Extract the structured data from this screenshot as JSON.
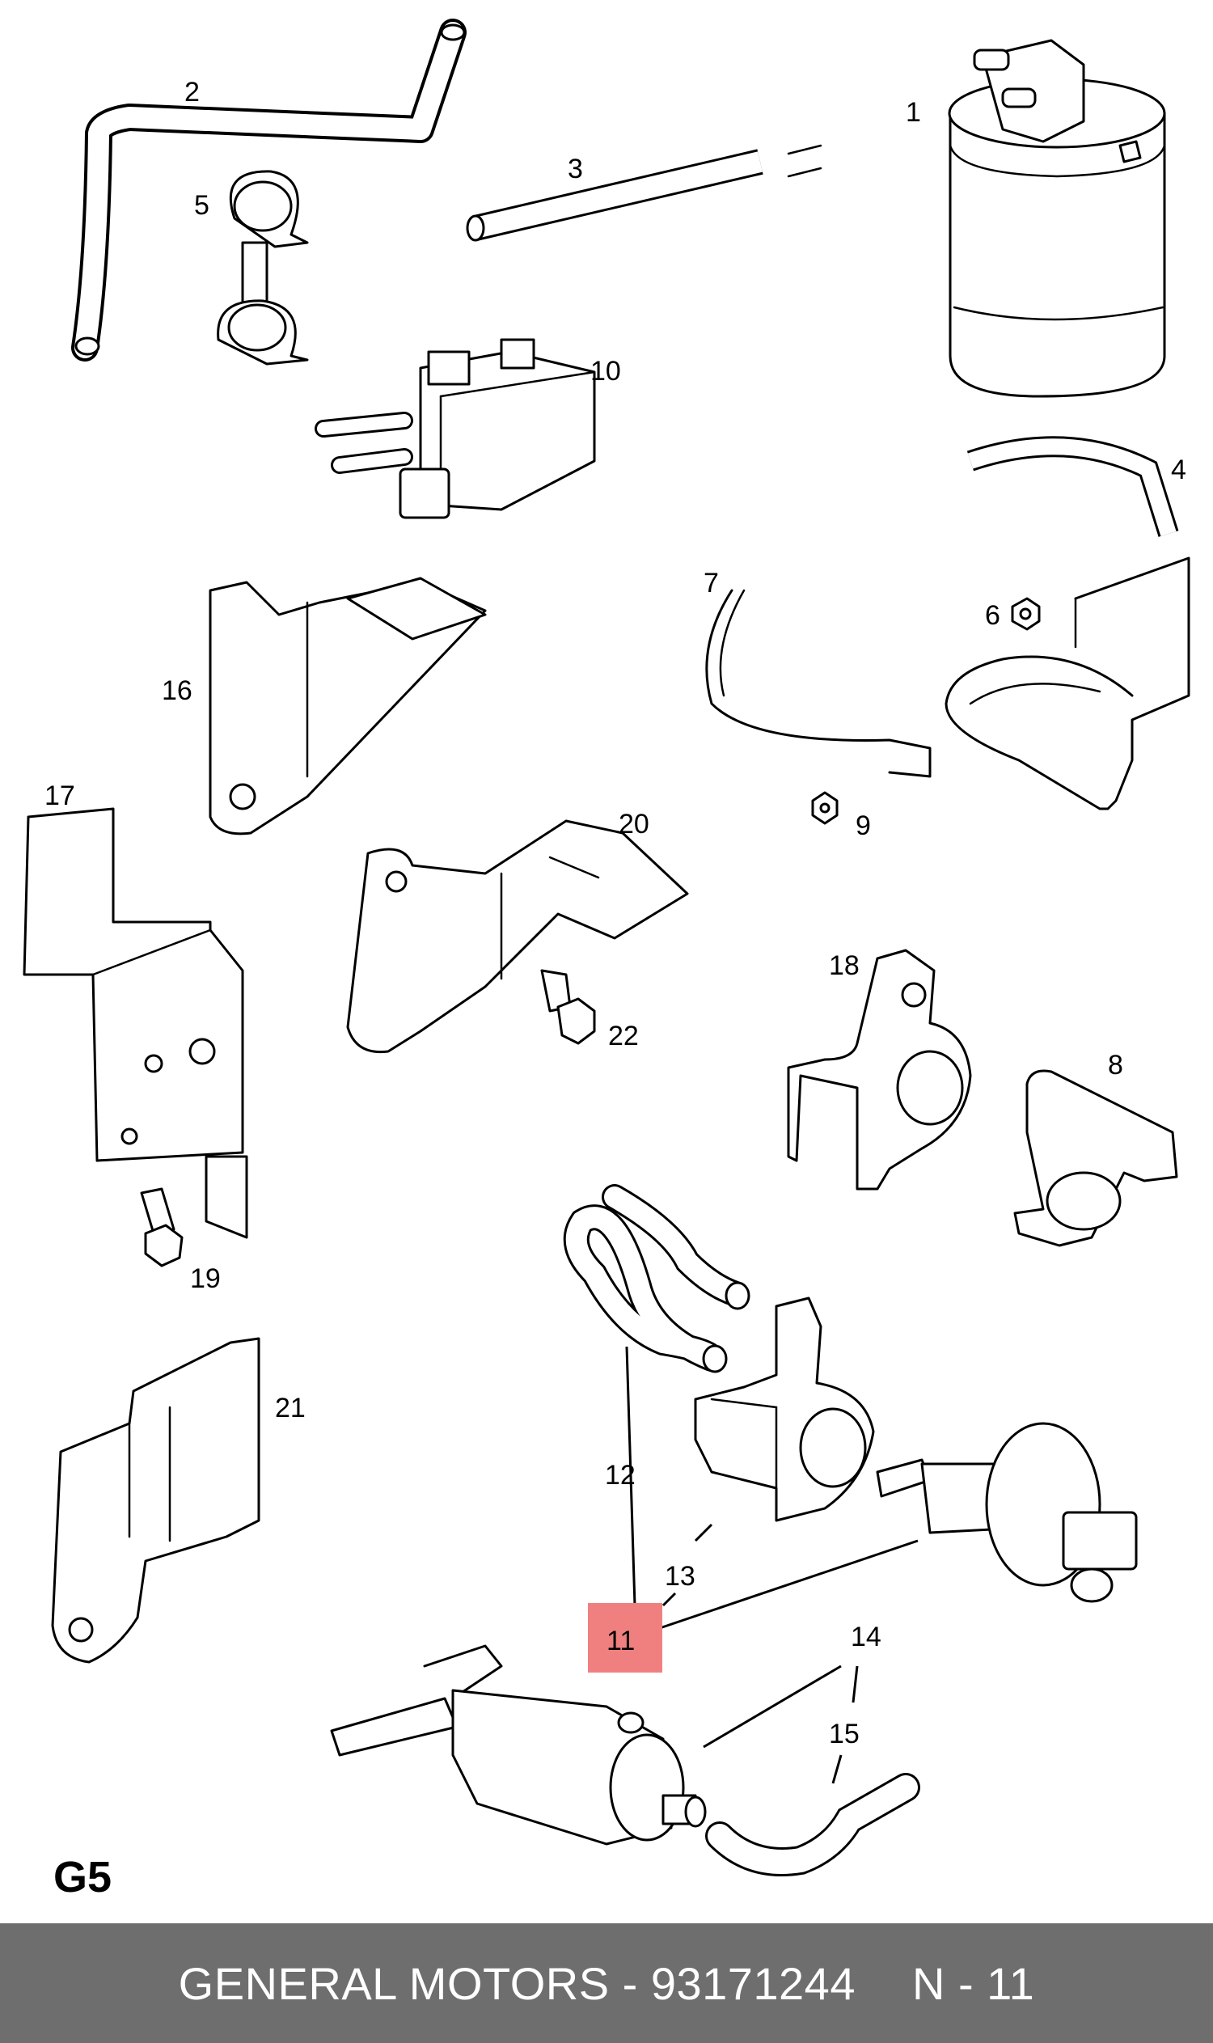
{
  "section_label": "G5",
  "footer": {
    "brand_part": "GENERAL MOTORS - 93171244",
    "ref": "N - 11"
  },
  "highlight": {
    "label": "11",
    "color": "#f08080"
  },
  "callouts": [
    "1",
    "2",
    "3",
    "4",
    "5",
    "6",
    "7",
    "8",
    "9",
    "10",
    "12",
    "13",
    "14",
    "15",
    "16",
    "17",
    "18",
    "19",
    "20",
    "21",
    "22"
  ]
}
